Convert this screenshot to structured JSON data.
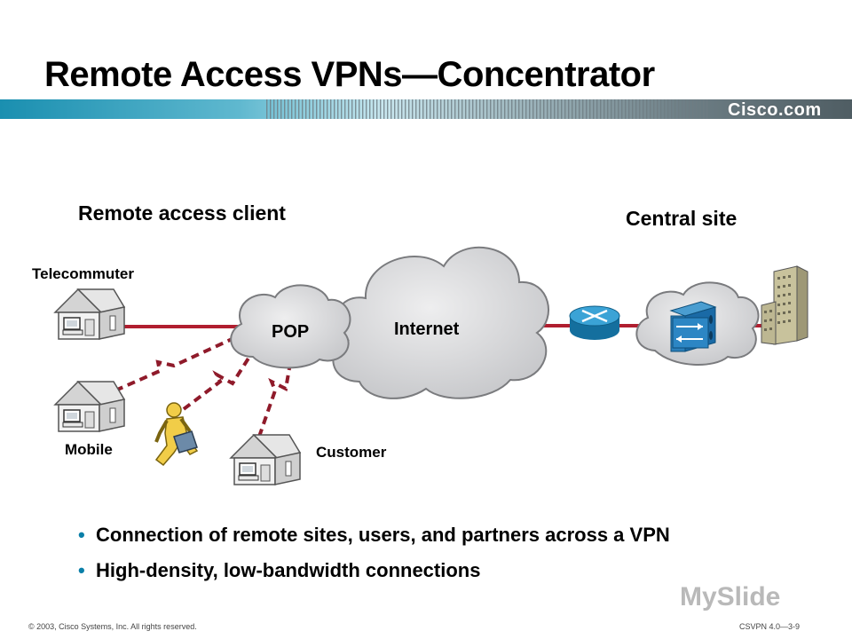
{
  "slide": {
    "title": "Remote Access VPNs—Concentrator",
    "brand": "Cisco.com",
    "footer_copyright": "© 2003, Cisco Systems, Inc. All rights reserved.",
    "footer_course": "CSVPN 4.0—3-9",
    "watermark": "MySlide"
  },
  "diagram": {
    "section_left": "Remote access client",
    "section_right": "Central site",
    "labels": {
      "telecommuter": "Telecommuter",
      "mobile": "Mobile",
      "customer": "Customer",
      "pop": "POP",
      "internet": "Internet"
    },
    "icons": [
      "house-icon",
      "mobile-user-icon",
      "cloud-icon",
      "router-icon",
      "vpn-concentrator-icon",
      "building-icon"
    ],
    "colors": {
      "link": "#b01e2f",
      "dialup": "#8f1a2a",
      "cloud": "#d8d9db",
      "router": "#1d8bc2",
      "accent": "#0a7fa8"
    }
  },
  "bullets": [
    "Connection of remote sites, users, and partners across a VPN",
    "High-density, low-bandwidth connections"
  ]
}
